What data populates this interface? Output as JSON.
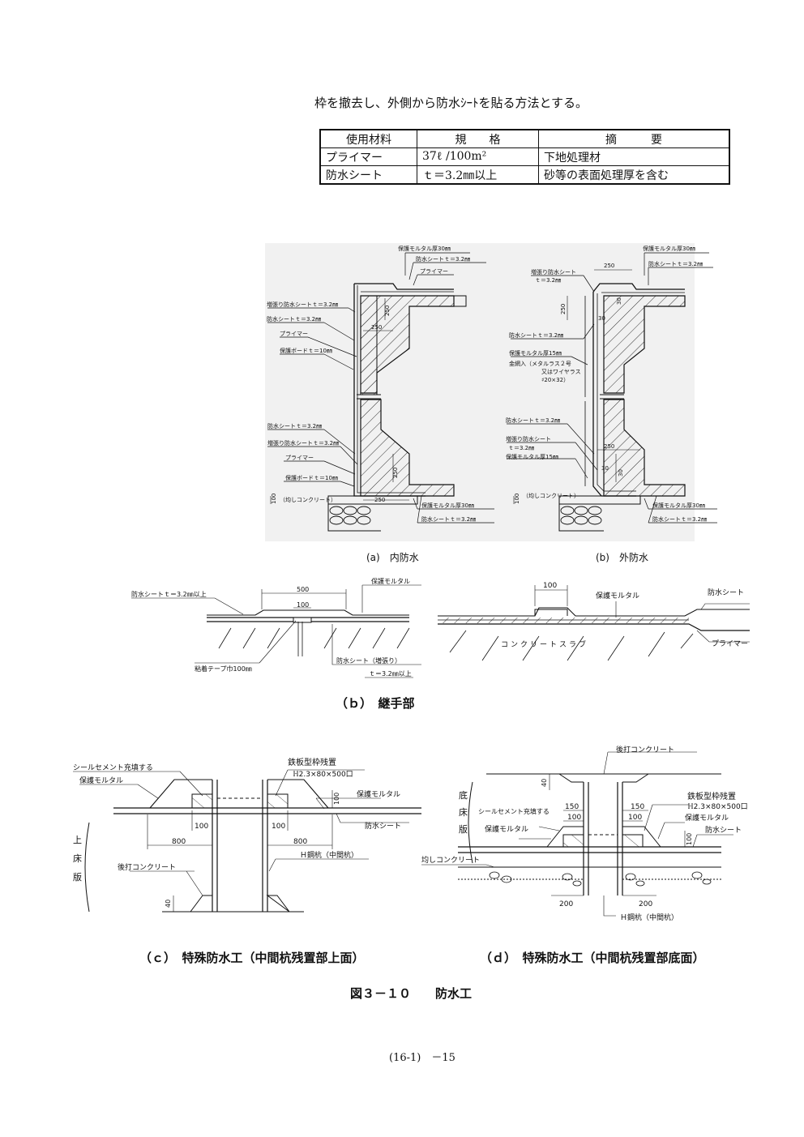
{
  "intro_text": "枠を撤去し、外側から防水ｼｰﾄを貼る方法とする。",
  "materials_table": {
    "headers": [
      "使用材料",
      "規　　格",
      "摘　　　要"
    ],
    "rows": [
      [
        "プライマー",
        "37ℓ /100m²",
        "下地処理材"
      ],
      [
        "防水シート",
        "ｔ＝3.2㎜以上",
        "砂等の表面処理厚を含む"
      ]
    ]
  },
  "figure_a": {
    "labels": {
      "protect_mortar_30": "保護モルタル厚30㎜",
      "sheet_32_top": "防水シートｔ＝3.2㎜",
      "primer_top": "プライマー",
      "reinf_sheet_top": "増張り防水シートｔ＝3.2㎜",
      "sheet_32_mid": "防水シートｔ＝3.2㎜",
      "primer_mid": "プライマー",
      "board_top": "保護ボードｔ＝10㎜",
      "sheet_32_low": "防水シートｔ＝3.2㎜",
      "reinf_sheet_low": "増張り防水シートｔ＝3.2㎜",
      "primer_low": "プライマー",
      "board_low": "保護ボードｔ＝10㎜",
      "leveling": "（均しコンクリート）",
      "protect_mortar_30_bot": "保護モルタル厚30㎜",
      "sheet_32_bot": "防水シートｔ＝3.2㎜",
      "dim_250_a": "250",
      "dim_250_b": "250",
      "dim_250_c": "250",
      "dim_250_d": "250",
      "dim_100": "100"
    },
    "caption": "(a)　内防水"
  },
  "figure_b_ext": {
    "labels": {
      "protect_mortar_30": "保護モルタル厚30㎜",
      "sheet_32_top": "防水シートｔ＝3.2㎜",
      "reinf_sheet": "増張り防水シート",
      "reinf_t": "ｔ＝3.2㎜",
      "sheet_32_mid": "防水シートｔ＝3.2㎜",
      "protect_mortar_15": "保護モルタル厚15㎜",
      "wire_mesh_1": "金網入（メタルラス２号",
      "wire_mesh_2": "又はワイヤラス",
      "wire_mesh_3": "♯20×32）",
      "sheet_32_low": "防水シートｔ＝3.2㎜",
      "reinf_sheet_low": "増張り防水シート",
      "reinf_t_low": "ｔ＝3.2㎜",
      "protect_mortar_15_low": "保護モルタル厚15㎜",
      "leveling": "（均しコンクリート）",
      "protect_mortar_30_bot": "保護モルタル厚30㎜",
      "sheet_32_bot": "防水シートｔ＝3.2㎜",
      "dim_250_a": "250",
      "dim_250_b": "250",
      "dim_250_c": "250",
      "dim_30_a": "30",
      "dim_30_b": "30",
      "dim_30_c": "30",
      "dim_30_d": "30",
      "dim_100": "100"
    },
    "caption": "(b)　外防水"
  },
  "figure_joint": {
    "left": {
      "sheet": "防水シートｔ＝3.2㎜以上",
      "mortar": "保護モルタル",
      "dim_500": "500",
      "dim_100": "100",
      "tape": "粘着テープ巾100㎜",
      "reinf": "防水シート（増張り）",
      "reinf_t": "ｔ＝3.2㎜以上"
    },
    "right": {
      "dim_100": "100",
      "mortar": "保護モルタル",
      "sheet": "防水シート",
      "slab": "コンクリートスラブ",
      "primer": "プライマー"
    },
    "caption": "（ｂ）　継手部"
  },
  "figure_c": {
    "seal": "シールセメント充填する",
    "mortar_l": "保護モルタル",
    "steel_1": "鉄板型枠残置",
    "steel_2": "ℍ2.3×80×500口",
    "dim_100_v": "100",
    "mortar_r": "保護モルタル",
    "sheet": "防水シート",
    "dim_100_l": "100",
    "dim_100_r": "100",
    "dim_800_l": "800",
    "dim_800_r": "800",
    "pile": "Ｈ鋼杭（中間杭）",
    "after_conc": "後打コンクリート",
    "dim_40": "40",
    "slab_1": "上",
    "slab_2": "床",
    "slab_3": "版",
    "caption": "（ｃ）　特殊防水工（中間杭残置部上面）"
  },
  "figure_d": {
    "after_conc": "後打コンクリート",
    "dim_40": "40",
    "slab_1": "底",
    "slab_2": "床",
    "slab_3": "版",
    "steel_1": "鉄板型枠残置",
    "steel_2": "ℍ2.3×80×500口",
    "dim_150_l": "150",
    "dim_150_r": "150",
    "dim_100_l": "100",
    "dim_100_r": "100",
    "seal": "シールセメント充填する",
    "mortar_l": "保護モルタル",
    "mortar_r": "保護モルタル",
    "sheet": "防水シート",
    "dim_100_v": "100",
    "leveling": "均しコンクリート",
    "dim_200_l": "200",
    "dim_200_r": "200",
    "pile": "Ｈ鋼杭（中間杭）",
    "caption": "（ｄ）　特殊防水工（中間杭残置部底面）"
  },
  "figure_title": "図３－１０　　防水工",
  "page_number": "(16-1)　－15"
}
